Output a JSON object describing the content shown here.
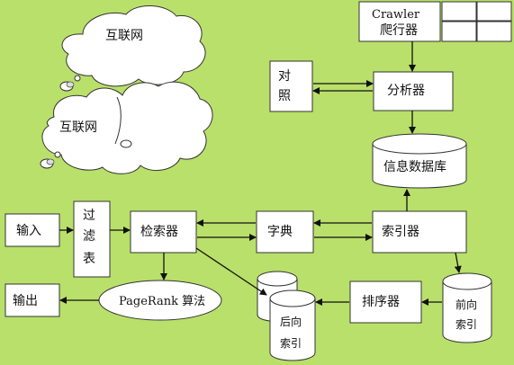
{
  "nodes": {
    "crawler_en": "Crawler",
    "crawler_cn": "爬行器",
    "compare_1": "对",
    "compare_2": "照",
    "analyzer": "分析器",
    "info_db": "信息数据库",
    "internet_1": "互联网",
    "internet_2": "互联网",
    "input": "输入",
    "filter_1": "过",
    "filter_2": "滤",
    "filter_3": "表",
    "retriever": "检索器",
    "dictionary": "字典",
    "indexer": "索引器",
    "output": "输出",
    "pagerank": "PageRank 算法",
    "sorter": "排序器",
    "inverted_index_1": "后向",
    "inverted_index_2": "索引",
    "forward_index_1": "前向",
    "forward_index_2": "索引"
  }
}
